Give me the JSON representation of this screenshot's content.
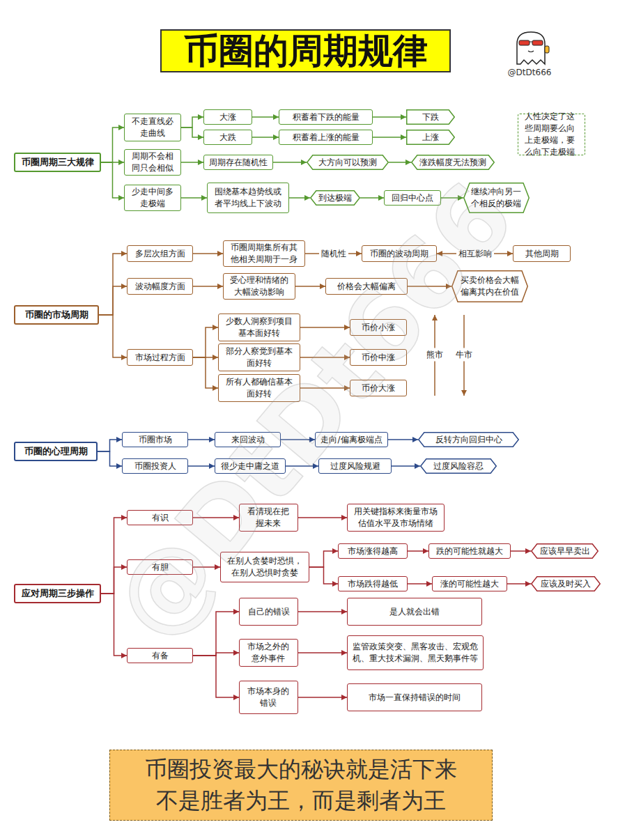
{
  "diagram": {
    "title": "币圈的周期规律",
    "caption": "币圈投资最大的秘诀就是活下来 不是胜者为王，而是剩者为王",
    "nodes": [
      {
        "text": [
          "币圈周期三大规律"
        ]
      },
      {
        "text": [
          "不走直线必 走曲线"
        ]
      },
      {
        "text": [
          "大涨"
        ]
      },
      {
        "text": [
          "积蓄着下跌的能量"
        ]
      },
      {
        "text": [
          "下跌"
        ]
      },
      {
        "text": [
          "大跌"
        ]
      },
      {
        "text": [
          "积蓄着上涨的能量"
        ]
      },
      {
        "text": [
          "上涨"
        ]
      },
      {
        "text": [
          "周期不会相 同只会相似"
        ]
      },
      {
        "text": [
          "周期存在随机性"
        ]
      },
      {
        "text": [
          "大方向可以预测"
        ]
      },
      {
        "text": [
          "涨跌幅度无法预测"
        ]
      },
      {
        "text": [
          "少走中间多 走极端"
        ]
      },
      {
        "text": [
          "围绕基本趋势线或 者平均线上下波动"
        ]
      },
      {
        "text": [
          "到达极端"
        ]
      },
      {
        "text": [
          "回归中心点"
        ]
      },
      {
        "text": [
          "继续冲向另一 个相反的极端"
        ]
      },
      {
        "text": [
          "人性决定了这 些周期要么向 上走极端，要 么向下走极端"
        ]
      },
      {
        "text": [
          "币圈的市场周期"
        ]
      },
      {
        "text": [
          "多层次组方面"
        ]
      },
      {
        "text": [
          "币圈周期集所有其 他相关周期于一身"
        ]
      },
      {
        "text": [
          "币圈的波动周期"
        ]
      },
      {
        "text": [
          "其他周期"
        ]
      },
      {
        "text": [
          "波动幅度方面"
        ]
      },
      {
        "text": [
          "受心理和情绪的 大幅波动影响"
        ]
      },
      {
        "text": [
          "价格会大幅偏离"
        ]
      },
      {
        "text": [
          "买卖价格会大幅 偏离其内在价值"
        ]
      },
      {
        "text": [
          "市场过程方面"
        ]
      },
      {
        "text": [
          "少数人洞察到项目 基本面好转"
        ]
      },
      {
        "text": [
          "币价小涨"
        ]
      },
      {
        "text": [
          "部分人察觉到基本 面好转"
        ]
      },
      {
        "text": [
          "币价中涨"
        ]
      },
      {
        "text": [
          "所有人都确信基本 面好转"
        ]
      },
      {
        "text": [
          "币价大涨"
        ]
      },
      {
        "text": [
          "币圈的心理周期"
        ]
      },
      {
        "text": [
          "币圈市场"
        ]
      },
      {
        "text": [
          "来回波动"
        ]
      },
      {
        "text": [
          "走向/偏离极端点"
        ]
      },
      {
        "text": [
          "反转方向回归中心"
        ]
      },
      {
        "text": [
          "币圈投资人"
        ]
      },
      {
        "text": [
          "很少走中庸之道"
        ]
      },
      {
        "text": [
          "过度风险规避"
        ]
      },
      {
        "text": [
          "过度风险容忍"
        ]
      },
      {
        "text": [
          "应对周期三步操作"
        ]
      },
      {
        "text": [
          "有识"
        ]
      },
      {
        "text": [
          "看清现在把 握未来"
        ]
      },
      {
        "text": [
          "用关键指标来衡量市场 估值水平及市场情绪"
        ]
      },
      {
        "text": [
          "有胆"
        ]
      },
      {
        "text": [
          "在别人贪婪时恐惧， 在别人恐惧时贪婪"
        ]
      },
      {
        "text": [
          "市场涨得越高"
        ]
      },
      {
        "text": [
          "跌的可能性就越大"
        ]
      },
      {
        "text": [
          "应该早早卖出"
        ]
      },
      {
        "text": [
          "市场跌得越低"
        ]
      },
      {
        "text": [
          "涨的可能性越大"
        ]
      },
      {
        "text": [
          "应该及时买入"
        ]
      },
      {
        "text": [
          "有备"
        ]
      },
      {
        "text": [
          "自己的错误"
        ]
      },
      {
        "text": [
          "是人就会出错"
        ]
      },
      {
        "text": [
          "市场之外的 意外事件"
        ]
      },
      {
        "text": [
          "监管政策突变、黑客攻击、宏观危 机、重大技术漏洞、黑天鹅事件等"
        ]
      },
      {
        "text": [
          "市场本身的 错误"
        ]
      },
      {
        "text": [
          "市场一直保持错误的时间"
        ]
      }
    ],
    "edges": [
      {
        "from": 0,
        "to": 1,
        "arrow": "to"
      },
      {
        "from": 0,
        "to": 8,
        "arrow": "to"
      },
      {
        "from": 0,
        "to": 12,
        "arrow": "to"
      },
      {
        "from": 1,
        "to": 2,
        "arrow": "to"
      },
      {
        "from": 1,
        "to": 5,
        "arrow": "to"
      },
      {
        "from": 2,
        "to": 3,
        "arrow": "to"
      },
      {
        "from": 3,
        "to": 4,
        "arrow": "to"
      },
      {
        "from": 5,
        "to": 6,
        "arrow": "to"
      },
      {
        "from": 6,
        "to": 7,
        "arrow": "to"
      },
      {
        "from": 8,
        "to": 9,
        "arrow": "to"
      },
      {
        "from": 9,
        "to": 10,
        "arrow": "to"
      },
      {
        "from": 10,
        "to": 11,
        "arrow": "to"
      },
      {
        "from": 12,
        "to": 13,
        "arrow": "to"
      },
      {
        "from": 13,
        "to": 14,
        "arrow": "to"
      },
      {
        "from": 14,
        "to": 15,
        "arrow": "to"
      },
      {
        "from": 15,
        "to": 16,
        "arrow": "to"
      },
      {
        "from": 18,
        "to": 19,
        "arrow": "to"
      },
      {
        "from": 18,
        "to": 23,
        "arrow": "to"
      },
      {
        "from": 18,
        "to": 27,
        "arrow": "to"
      },
      {
        "from": 19,
        "to": 20,
        "arrow": "to"
      },
      {
        "from": 20,
        "to": 21,
        "label": "随机性",
        "arrow": "to"
      },
      {
        "from": 21,
        "to": 22,
        "label": "相互影响",
        "arrow": "both"
      },
      {
        "from": 23,
        "to": 24,
        "arrow": "to"
      },
      {
        "from": 24,
        "to": 25,
        "arrow": "to"
      },
      {
        "from": 25,
        "to": 26,
        "arrow": "to"
      },
      {
        "from": 27,
        "to": 28,
        "arrow": "to"
      },
      {
        "from": 27,
        "to": 30,
        "arrow": "to"
      },
      {
        "from": 27,
        "to": 32,
        "arrow": "to"
      },
      {
        "from": 28,
        "to": 29,
        "arrow": "to"
      },
      {
        "from": 30,
        "to": 31,
        "arrow": "to"
      },
      {
        "from": 32,
        "to": 33,
        "arrow": "to"
      },
      {
        "from": 34,
        "to": 35,
        "arrow": "to"
      },
      {
        "from": 34,
        "to": 39,
        "arrow": "to"
      },
      {
        "from": 35,
        "to": 36,
        "arrow": "to"
      },
      {
        "from": 36,
        "to": 37,
        "arrow": "to"
      },
      {
        "from": 37,
        "to": 38,
        "arrow": "to"
      },
      {
        "from": 39,
        "to": 40,
        "arrow": "to"
      },
      {
        "from": 40,
        "to": 41,
        "arrow": "to"
      },
      {
        "from": 41,
        "to": 42,
        "arrow": "to"
      },
      {
        "from": 43,
        "to": 44,
        "arrow": "to"
      },
      {
        "from": 43,
        "to": 47,
        "arrow": "to"
      },
      {
        "from": 43,
        "to": 55,
        "arrow": "to"
      },
      {
        "from": 44,
        "to": 45,
        "arrow": "to"
      },
      {
        "from": 45,
        "to": 46,
        "arrow": "to"
      },
      {
        "from": 47,
        "to": 48,
        "arrow": "to"
      },
      {
        "from": 48,
        "to": 49,
        "arrow": "to"
      },
      {
        "from": 48,
        "to": 52,
        "arrow": "to"
      },
      {
        "from": 49,
        "to": 50,
        "arrow": "to"
      },
      {
        "from": 50,
        "to": 51,
        "arrow": "to"
      },
      {
        "from": 52,
        "to": 53,
        "arrow": "to"
      },
      {
        "from": 53,
        "to": 54,
        "arrow": "to"
      },
      {
        "from": 55,
        "to": 56,
        "arrow": "to"
      },
      {
        "from": 55,
        "to": 58,
        "arrow": "to"
      },
      {
        "from": 55,
        "to": 60,
        "arrow": "to"
      },
      {
        "from": 56,
        "to": 57,
        "arrow": "to"
      },
      {
        "from": 58,
        "to": 59,
        "arrow": "to"
      },
      {
        "from": 60,
        "to": 61,
        "arrow": "to"
      }
    ],
    "labels": [
      "@DtDt666",
      "熊市",
      "牛市",
      "@DtDt666"
    ]
  }
}
